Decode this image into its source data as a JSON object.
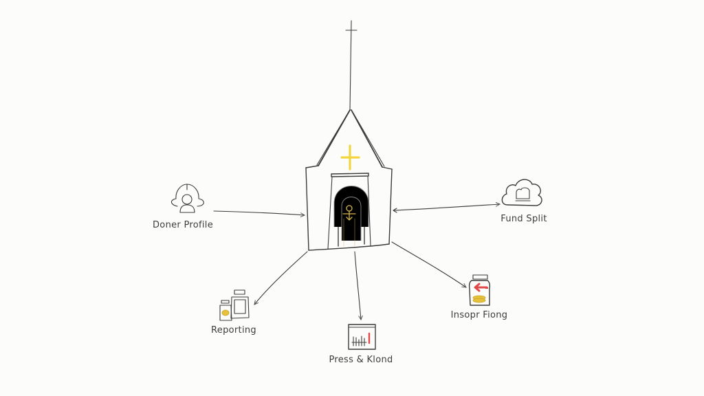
{
  "diagram": {
    "type": "hub-and-spoke",
    "style": "hand-drawn sketch",
    "background": "#fcfcfb",
    "ink_color": "#3a3a3a",
    "accent_colors": {
      "cross_yellow": "#f2d22a",
      "figure_gold": "#d9b84a",
      "jar_red": "#e04848",
      "coin_gold": "#e6c23a"
    },
    "hub": {
      "name": "church",
      "icon": "church-icon",
      "details": [
        "steeple-cross",
        "yellow-cross",
        "arched-doorway",
        "golden-figure"
      ]
    },
    "nodes": [
      {
        "id": "doner-profile",
        "label": "Doner Profile",
        "icon": "person-icon",
        "position": "left",
        "arrow": "to-hub"
      },
      {
        "id": "fund-split",
        "label": "Fund Split",
        "icon": "cloud-icon",
        "position": "right",
        "arrow": "from-hub"
      },
      {
        "id": "reporting",
        "label": "Reporting",
        "icon": "jars-icon",
        "position": "bottom-left",
        "arrow": "from-hub"
      },
      {
        "id": "press-kloud",
        "label": "Press & Klond",
        "icon": "chart-window-icon",
        "position": "bottom",
        "arrow": "from-hub"
      },
      {
        "id": "insopr-fiong",
        "label": "Insopr Fiong",
        "icon": "donation-jar-icon",
        "position": "bottom-right",
        "arrow": "from-hub"
      }
    ]
  }
}
